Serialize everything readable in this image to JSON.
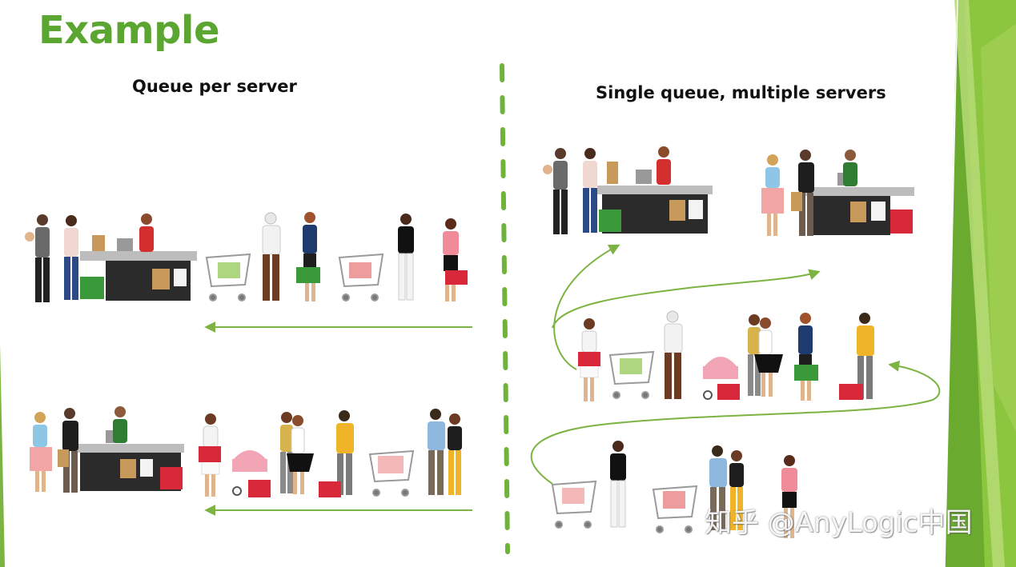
{
  "slide": {
    "title": "Example",
    "accent_color": "#5aa631"
  },
  "left_panel": {
    "label": "Queue per server"
  },
  "right_panel": {
    "label": "Single queue, multiple servers"
  },
  "watermark": {
    "text": "知乎 @AnyLogic中国"
  },
  "colors": {
    "arrow": "#7cb342",
    "divider": "#6fb33a",
    "counter": "#2b2b2b",
    "counter_top": "#b9b9b9",
    "basket": "#d8283a",
    "cart": "#9a9a9a"
  }
}
